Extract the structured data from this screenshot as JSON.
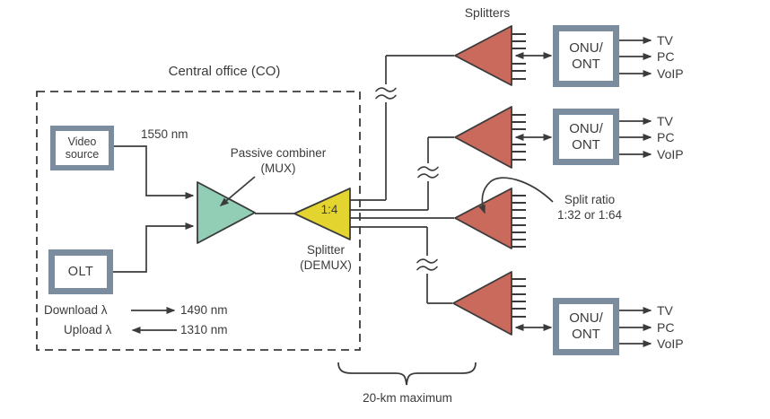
{
  "diagram": {
    "central_office": {
      "label": "Central office (CO)",
      "video_source_label": "Video\nsource",
      "video_wavelength": "1550 nm",
      "combiner_label": "Passive combiner\n(MUX)",
      "demux_ratio": "1:4",
      "demux_label": "Splitter\n(DEMUX)",
      "olt_label": "OLT",
      "download_label": "Download λ",
      "download_wavelength": "1490 nm",
      "upload_label": "Upload λ",
      "upload_wavelength": "1310 nm"
    },
    "distribution": {
      "splitters_label": "Splitters",
      "split_ratio_label": "Split ratio\n1:32 or 1:64",
      "distance_label": "20-km maximum"
    },
    "onu_label": "ONU/\nONT",
    "services": [
      "TV",
      "PC",
      "VoIP"
    ],
    "colors": {
      "combiner_fill": "#92cdb6",
      "demux_fill": "#e4d42f",
      "splitter_fill": "#c96a5c",
      "box_frame": "#7a8c9e",
      "line": "#3b3b3b"
    }
  }
}
